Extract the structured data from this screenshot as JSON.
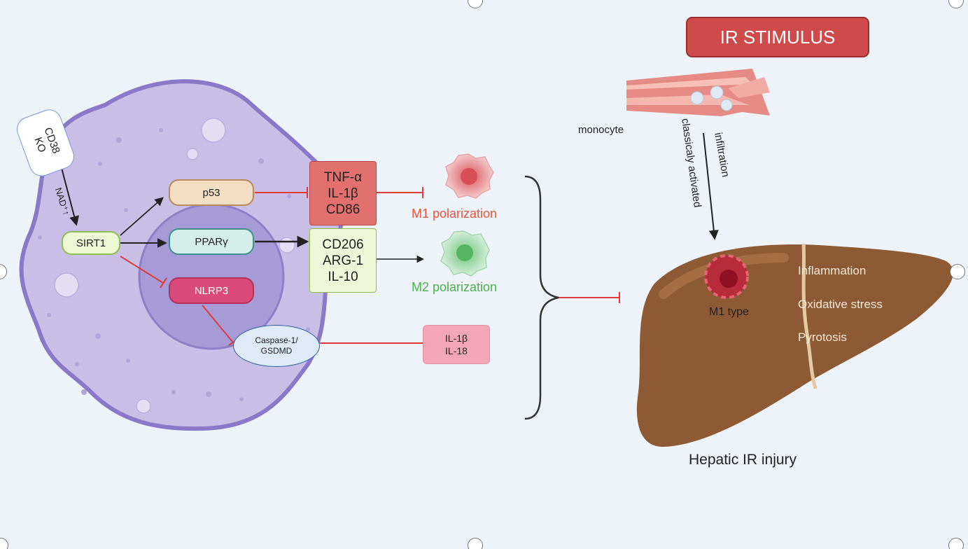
{
  "colors": {
    "background": "#eef3f9",
    "cell_body": "#c9bfe6",
    "cell_border": "#8a78c8",
    "nucleus": "#a69bd6",
    "red_inhibit": "#e03a3a",
    "m1_box": "#e2706f",
    "m2_box": "#eef7d8",
    "ir_banner": "#cf4a4a",
    "liver": "#8e5a34"
  },
  "left_cell": {
    "cd38_ko": "CD38\nKO",
    "nad_label": "NAD⁺↑",
    "sirt1": "SIRT1",
    "p53": "p53",
    "ppar": "PPARγ",
    "nlrp3": "NLRP3",
    "caspase": "Caspase-1/\nGSDMD"
  },
  "boxes": {
    "m1_markers": [
      "TNF-α",
      "IL-1β",
      "CD86"
    ],
    "m2_markers": [
      "CD206",
      "ARG-1",
      "IL-10"
    ],
    "cytokines": [
      "IL-1β",
      "IL-18"
    ]
  },
  "labels": {
    "m1_polarization": "M1 polarization",
    "m2_polarization": "M2 polarization"
  },
  "right_panel": {
    "ir_stimulus": "IR STIMULUS",
    "monocyte": "monocyte",
    "classically_activated": "classicaly activated",
    "infiltration": "infiltration",
    "m1_type": "M1 type",
    "effects": [
      "Inflammation",
      "Oxidative stress",
      "Pyrotosis"
    ],
    "caption": "Hepatic IR injury"
  }
}
